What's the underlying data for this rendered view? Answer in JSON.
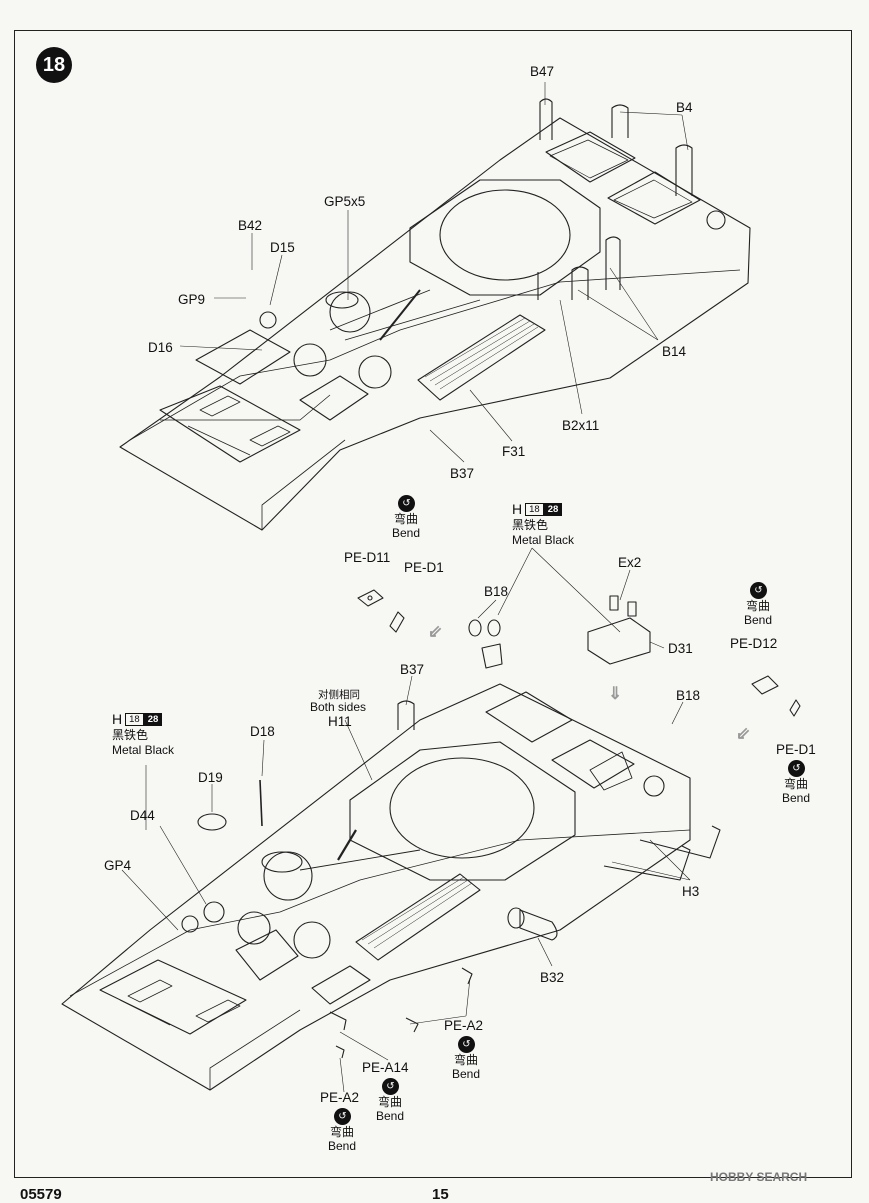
{
  "step": "18",
  "footer": {
    "kit_code": "05579",
    "page_number": "15",
    "watermark": "HOBBY SEARCH"
  },
  "upper_labels": {
    "b47": "B47",
    "b4": "B4",
    "gp5x5": "GP5x5",
    "b42": "B42",
    "d15": "D15",
    "gp9": "GP9",
    "d16": "D16",
    "b14": "B14",
    "b2x11": "B2x11",
    "f31": "F31",
    "b37": "B37"
  },
  "mid_labels": {
    "pe_d11": "PE-D11",
    "pe_d1": "PE-D1",
    "b18": "B18",
    "ex2": "Ex2",
    "d31": "D31",
    "pe_d12": "PE-D12",
    "pe_d1_right": "PE-D1"
  },
  "lower_labels": {
    "b37": "B37",
    "h11": "H11",
    "both_sides_cn": "对侧相同",
    "both_sides": "Both sides",
    "d18": "D18",
    "d19": "D19",
    "d44": "D44",
    "gp4": "GP4",
    "b18": "B18",
    "h3": "H3",
    "b32": "B32",
    "pe_a2": "PE-A2",
    "pe_a14": "PE-A14",
    "pe_a2_bottom": "PE-A2"
  },
  "bend": {
    "cn": "弯曲",
    "en": "Bend"
  },
  "paint": {
    "letter": "H",
    "code_a": "18",
    "code_b": "28",
    "name_cn": "黑铁色",
    "name_en": "Metal  Black"
  },
  "colors": {
    "line": "#222222",
    "badge": "#111111",
    "arrow": "#999999"
  }
}
